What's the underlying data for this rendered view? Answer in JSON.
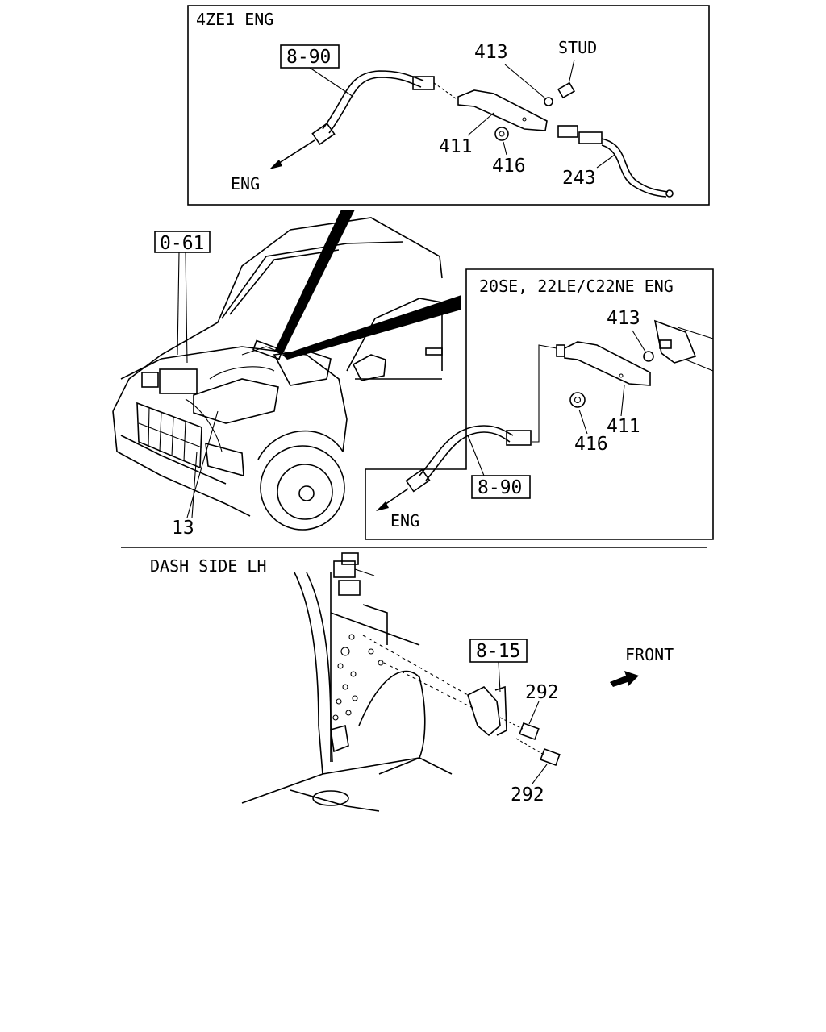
{
  "panels": {
    "top_inset": {
      "title": "4ZE1 ENG"
    },
    "right_inset": {
      "title": "20SE, 22LE/C22NE ENG"
    },
    "bottom": {
      "title": "DASH SIDE LH"
    }
  },
  "callouts": {
    "top_ref_8_90": "8-90",
    "top_413": "413",
    "top_stud": "STUD",
    "top_411": "411",
    "top_416": "416",
    "top_243": "243",
    "top_eng": "ENG",
    "ref_0_61": "0-61",
    "part_13": "13",
    "right_413": "413",
    "right_411": "411",
    "right_416": "416",
    "right_ref_8_90": "8-90",
    "right_eng": "ENG",
    "ref_8_15": "8-15",
    "part_292_upper": "292",
    "part_292_lower": "292",
    "front": "FRONT"
  },
  "icons": {
    "front_arrow": "front-arrow-icon",
    "eng_arrow": "direction-arrow-icon"
  }
}
